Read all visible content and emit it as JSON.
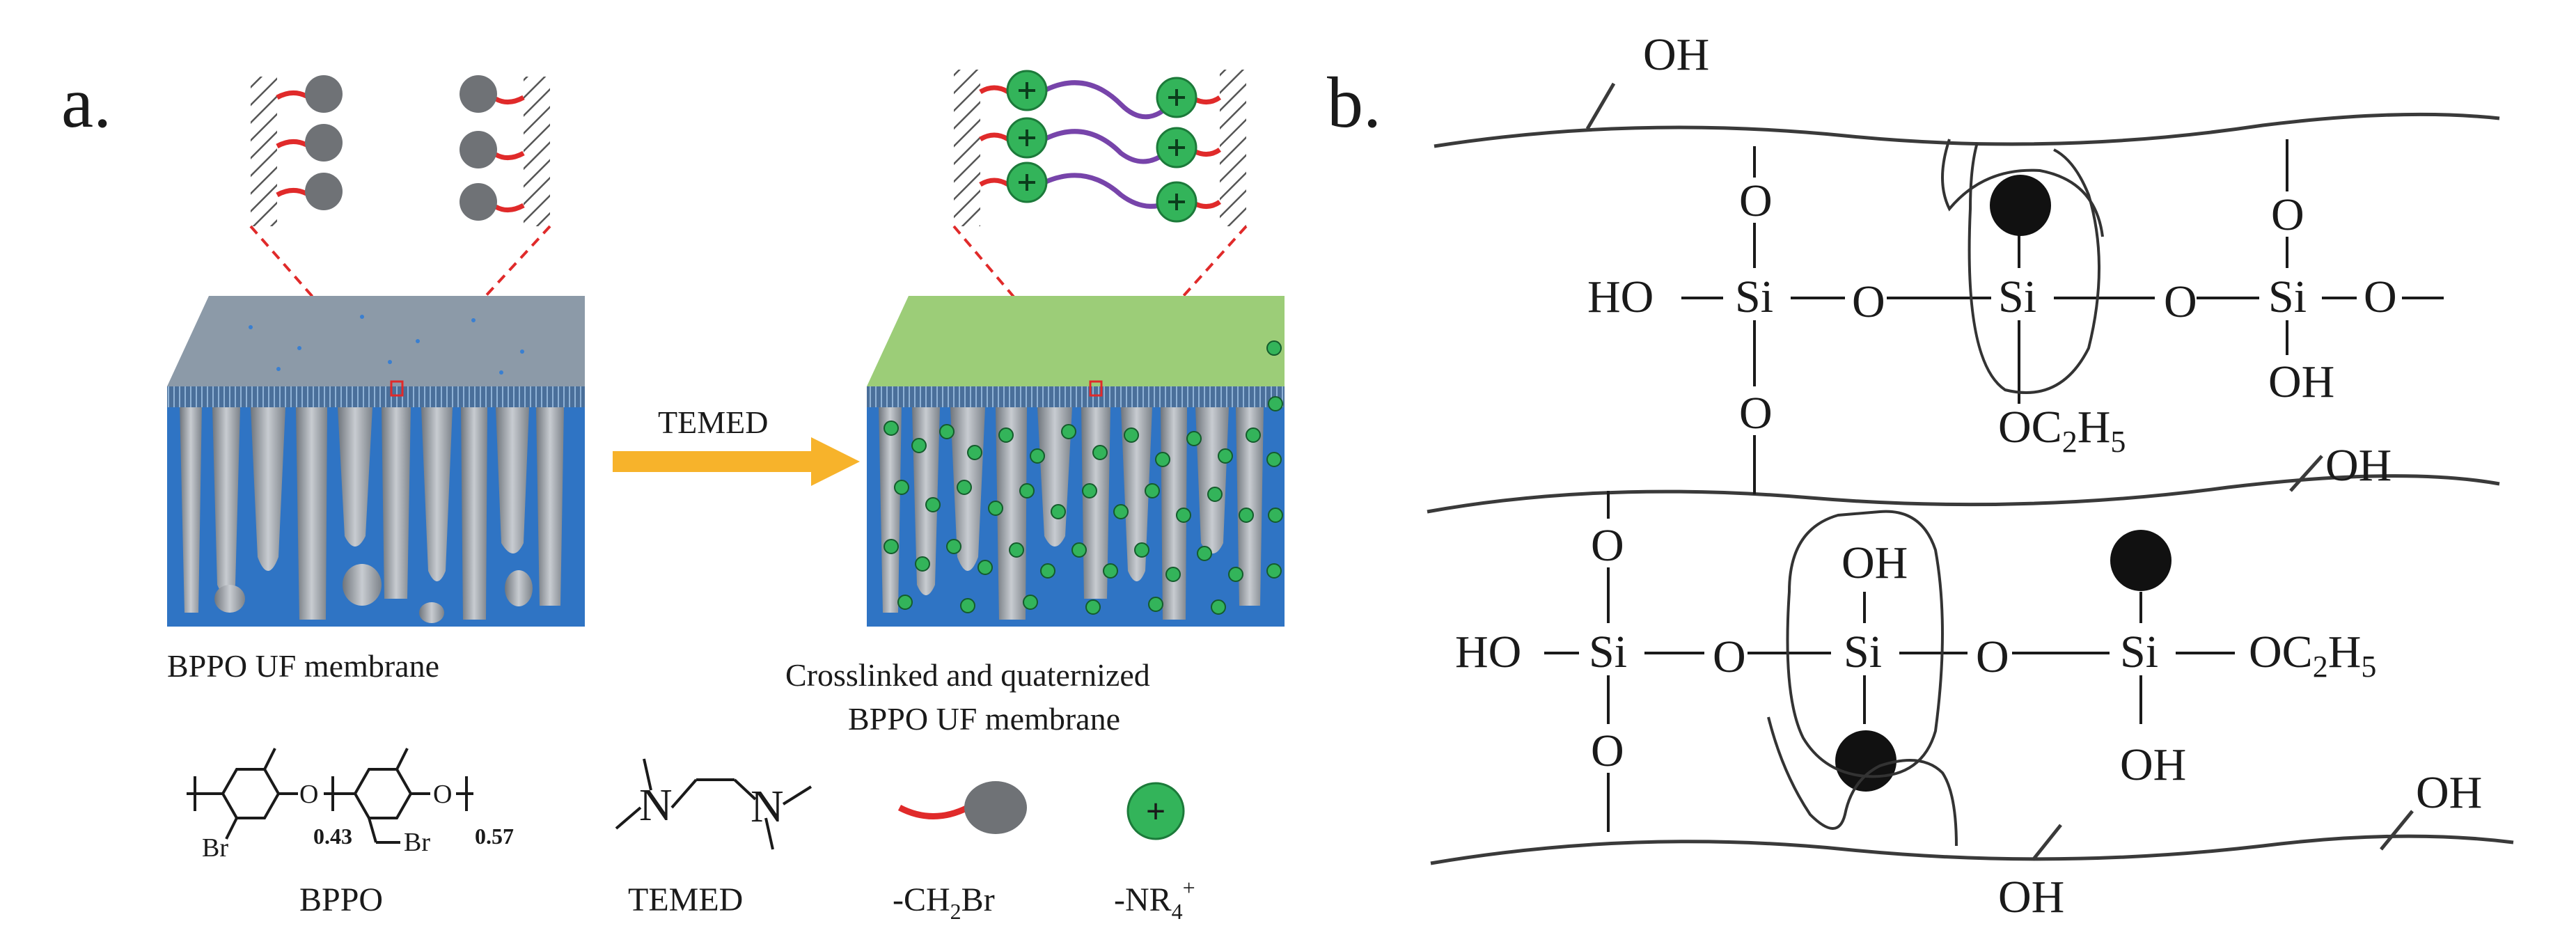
{
  "panel_a": {
    "label": "a.",
    "arrow_label": "TEMED",
    "left_caption": "BPPO UF membrane",
    "right_caption_line1": "Crosslinked and quaternized",
    "right_caption_line2": "BPPO UF membrane",
    "legend": {
      "bppo_label": "BPPO",
      "bppo_br": "Br",
      "bppo_o1": "O",
      "bppo_o2": "O",
      "bppo_sub1": "0.43",
      "bppo_sub2": "0.57",
      "bppo_br2": "Br",
      "temed_label": "TEMED",
      "temed_n1": "N",
      "temed_n2": "N",
      "ch2br_label": "-CH",
      "ch2br_sub": "2",
      "ch2br_end": "Br",
      "nr4_label": "-NR",
      "nr4_sub": "4",
      "nr4_sup": "+",
      "plus": "+"
    },
    "colors": {
      "membrane_top": "#8c9aa8",
      "membrane_top_green": "#9ccd78",
      "membrane_blue": "#2f74c4",
      "pore_gray": "#9a9fa6",
      "bead_gray": "#6f7276",
      "quat_green": "#33b45a",
      "link_red": "#e02a2a",
      "link_purple": "#7744aa",
      "arrow_orange": "#f7b32b"
    }
  },
  "panel_b": {
    "label": "b.",
    "oh": "OH",
    "ho": "HO",
    "o": "O",
    "si": "Si",
    "oc2h5_prefix": "OC",
    "oc2h5_sub": "2",
    "oc2h5_h": "H",
    "oc2h5_sub2": "5"
  }
}
